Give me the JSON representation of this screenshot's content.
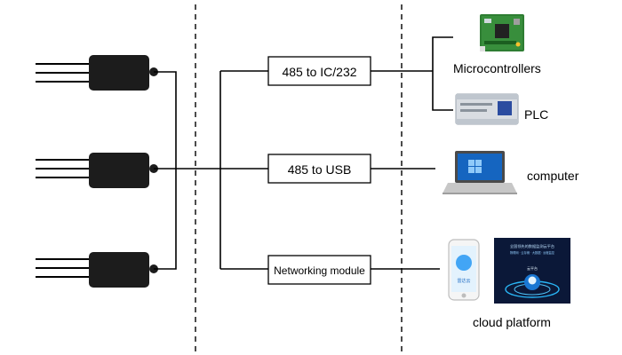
{
  "converters": [
    {
      "label": "485 to IC/232"
    },
    {
      "label": "485 to USB"
    },
    {
      "label": "Networking module"
    }
  ],
  "targets": {
    "microcontrollers": "Microcontrollers",
    "plc": "PLC",
    "computer": "computer",
    "cloud": "cloud platform"
  },
  "phone_app": {
    "brand": "雷达云"
  },
  "platform_screen": {
    "title": "全国领先的数据监测云平台",
    "subtitle": "物联网 · 云存储 · 大数据 · 远程监控",
    "badge": "云平台"
  },
  "colors": {
    "sensor_body": "#1c1c1c",
    "line": "#000000",
    "pcb_green": "#2e7d32",
    "plc_gray": "#d9dde2",
    "screen_blue": "#1565c0",
    "platform_bg": "#0b1838"
  }
}
